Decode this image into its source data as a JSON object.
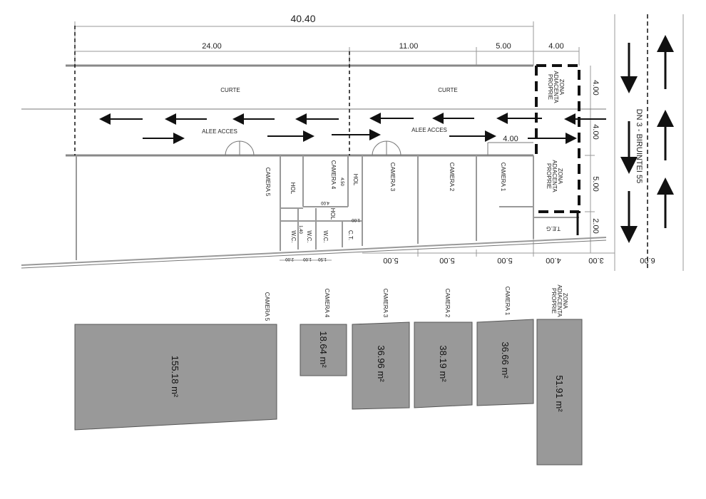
{
  "dimensions": {
    "total": "40.40",
    "top": [
      "24.00",
      "11.00",
      "5.00",
      "4.00"
    ],
    "right": [
      "4.00",
      "4.00",
      "5.00",
      "2.00"
    ],
    "bottom": [
      "5.00",
      "5.00",
      "5.00",
      "4.00",
      "3.00",
      "6.00"
    ],
    "inner_alee": "4.00",
    "small": {
      "cam4_h": "4.50",
      "cam4_w": "4.00",
      "hol_w": "1.00",
      "wc_h": "1.40",
      "wc1": "2.00",
      "wc2": "1.00",
      "wc3": "1.50"
    }
  },
  "zones": {
    "curte": "CURTE",
    "alee": "ALEE ACCES",
    "zona_1": "ZONA",
    "zona_2": "ADIACENTA",
    "zona_3": "PROPRIE",
    "teg": "T.E.G"
  },
  "rooms": {
    "camera5": "CAMERA 5",
    "camera4": "CAMERA 4",
    "camera3": "CAMERA 3",
    "camera2": "CAMERA 2",
    "camera1": "CAMERA 1",
    "hol": "HOL",
    "wc": "W.C.",
    "ct": "C.T."
  },
  "road": "DN 3 - BIRUINTEI 55",
  "areas": [
    {
      "label": "CAMERA 5",
      "value": "155.18 m²"
    },
    {
      "label": "CAMERA 4",
      "value": "18.64 m²"
    },
    {
      "label": "CAMERA 3",
      "value": "36.96 m²"
    },
    {
      "label": "CAMERA 2",
      "value": "38.19 m²"
    },
    {
      "label": "CAMERA 1",
      "value": "36.66 m²"
    },
    {
      "label": "ZONA ADIACENTA PROPRIE",
      "value": "51.91 m²"
    }
  ]
}
